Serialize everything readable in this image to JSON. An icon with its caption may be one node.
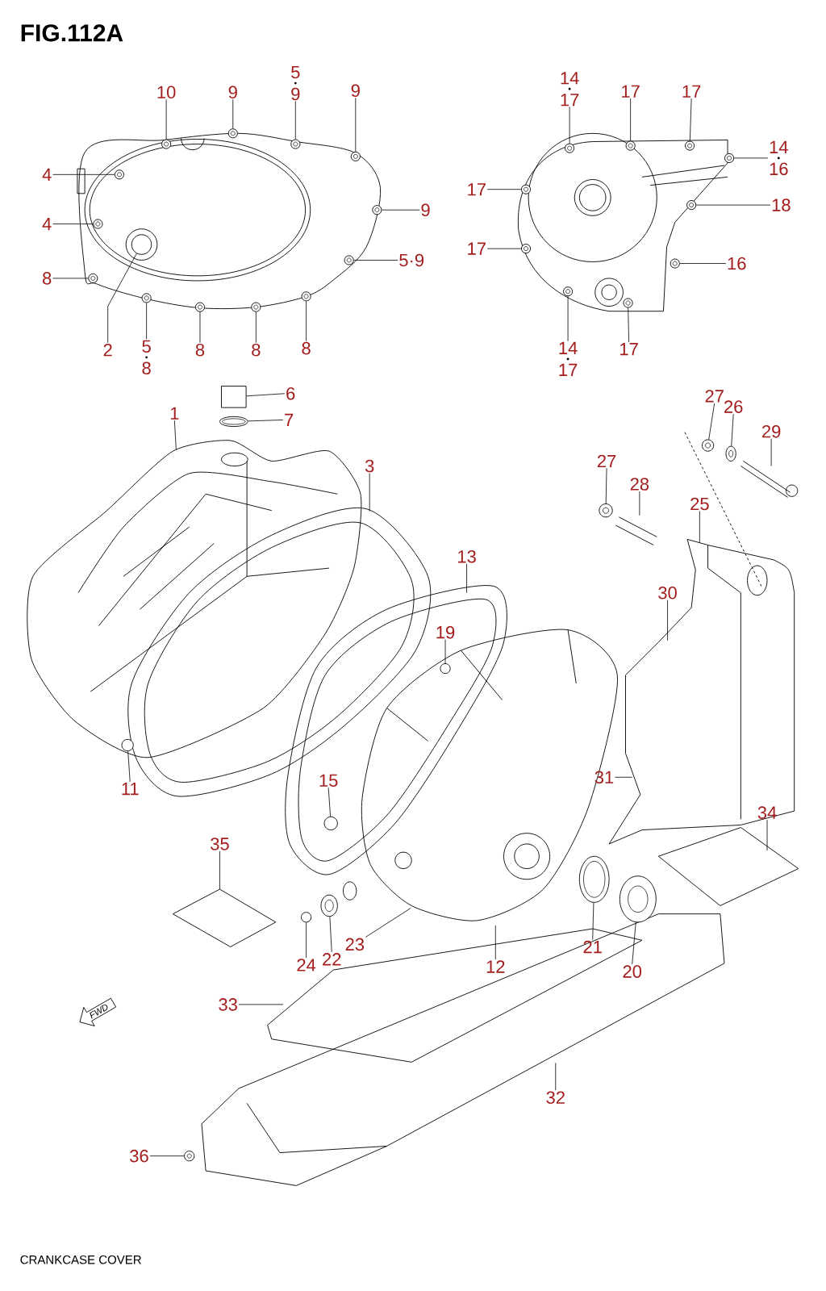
{
  "diagram": {
    "title": "FIG.112A",
    "caption": "CRANKCASE COVER",
    "nodes": [
      {
        "text": [
          "10"
        ]
      },
      {
        "text": [
          "9"
        ]
      },
      {
        "text": [
          "5",
          "9"
        ]
      },
      {
        "text": [
          "9"
        ]
      },
      {
        "text": [
          "4"
        ]
      },
      {
        "text": [
          "9"
        ]
      },
      {
        "text": [
          "4"
        ]
      },
      {
        "text": [
          "5·9"
        ]
      },
      {
        "text": [
          "8"
        ]
      },
      {
        "text": [
          "2"
        ]
      },
      {
        "text": [
          "5",
          "8"
        ]
      },
      {
        "text": [
          "8"
        ]
      },
      {
        "text": [
          "8"
        ]
      },
      {
        "text": [
          "8"
        ]
      },
      {
        "text": [
          "14",
          "17"
        ]
      },
      {
        "text": [
          "17"
        ]
      },
      {
        "text": [
          "17"
        ]
      },
      {
        "text": [
          "14",
          "16"
        ]
      },
      {
        "text": [
          "17"
        ]
      },
      {
        "text": [
          "18"
        ]
      },
      {
        "text": [
          "17"
        ]
      },
      {
        "text": [
          "16"
        ]
      },
      {
        "text": [
          "14",
          "17"
        ]
      },
      {
        "text": [
          "17"
        ]
      },
      {
        "text": [
          "6"
        ]
      },
      {
        "text": [
          "1"
        ]
      },
      {
        "text": [
          "7"
        ]
      },
      {
        "text": [
          "27"
        ]
      },
      {
        "text": [
          "26"
        ]
      },
      {
        "text": [
          "29"
        ]
      },
      {
        "text": [
          "3"
        ]
      },
      {
        "text": [
          "27"
        ]
      },
      {
        "text": [
          "28"
        ]
      },
      {
        "text": [
          "25"
        ]
      },
      {
        "text": [
          "13"
        ]
      },
      {
        "text": [
          "30"
        ]
      },
      {
        "text": [
          "19"
        ]
      },
      {
        "text": [
          "31"
        ]
      },
      {
        "text": [
          "15"
        ]
      },
      {
        "text": [
          "11"
        ]
      },
      {
        "text": [
          "34"
        ]
      },
      {
        "text": [
          "35"
        ]
      },
      {
        "text": [
          "23"
        ]
      },
      {
        "text": [
          "21"
        ]
      },
      {
        "text": [
          "22"
        ]
      },
      {
        "text": [
          "24"
        ]
      },
      {
        "text": [
          "12"
        ]
      },
      {
        "text": [
          "20"
        ]
      },
      {
        "text": [
          "33"
        ]
      },
      {
        "text": [
          "32"
        ]
      },
      {
        "text": [
          "36"
        ]
      },
      {
        "text": [],
        "shape": "circle"
      },
      {
        "text": [],
        "shape": "circle"
      },
      {
        "text": [],
        "shape": "circle"
      },
      {
        "text": [],
        "shape": "circle"
      },
      {
        "text": [],
        "shape": "circle"
      },
      {
        "text": [],
        "shape": "circle"
      },
      {
        "text": [],
        "shape": "circle"
      },
      {
        "text": [],
        "shape": "circle"
      },
      {
        "text": [],
        "shape": "circle"
      },
      {
        "text": [],
        "shape": "circle"
      },
      {
        "text": [],
        "shape": "circle"
      },
      {
        "text": [],
        "shape": "circle"
      },
      {
        "text": [],
        "shape": "circle"
      },
      {
        "text": [],
        "shape": "circle"
      },
      {
        "text": [],
        "shape": "circle"
      },
      {
        "text": [],
        "shape": "circle"
      },
      {
        "text": [],
        "shape": "circle"
      },
      {
        "text": [],
        "shape": "circle"
      },
      {
        "text": [],
        "shape": "circle"
      },
      {
        "text": [],
        "shape": "circle"
      },
      {
        "text": [],
        "shape": "circle"
      },
      {
        "text": [],
        "shape": "circle"
      },
      {
        "text": [],
        "shape": "circle"
      },
      {
        "text": [],
        "shape": "circle"
      },
      {
        "text": [],
        "shape": "box"
      },
      {
        "text": [],
        "shape": "circle"
      },
      {
        "text": [],
        "shape": "circle"
      },
      {
        "text": [],
        "shape": "circle"
      },
      {
        "text": [],
        "shape": "circle"
      },
      {
        "text": [],
        "shape": "circle"
      },
      {
        "text": [],
        "shape": "circle"
      },
      {
        "text": [],
        "shape": "circle"
      },
      {
        "text": [],
        "shape": "circle"
      },
      {
        "text": [],
        "shape": "circle"
      },
      {
        "text": [],
        "shape": "circle"
      },
      {
        "text": [],
        "shape": "circle"
      },
      {
        "text": [],
        "shape": "circle"
      }
    ],
    "edges": [
      {
        "from": 0,
        "to": 51,
        "arrow": "none"
      },
      {
        "from": 1,
        "to": 52,
        "arrow": "none"
      },
      {
        "from": 2,
        "to": 53,
        "arrow": "none"
      },
      {
        "from": 3,
        "to": 54,
        "arrow": "none"
      },
      {
        "from": 4,
        "to": 55,
        "arrow": "none"
      },
      {
        "from": 5,
        "to": 56,
        "arrow": "none"
      },
      {
        "from": 6,
        "to": 57,
        "arrow": "none"
      },
      {
        "from": 7,
        "to": 58,
        "arrow": "none"
      },
      {
        "from": 8,
        "to": 59,
        "arrow": "none"
      },
      {
        "from": 9,
        "to": 60,
        "arrow": "none"
      },
      {
        "from": 10,
        "to": 61,
        "arrow": "none"
      },
      {
        "from": 11,
        "to": 62,
        "arrow": "none"
      },
      {
        "from": 12,
        "to": 63,
        "arrow": "none"
      },
      {
        "from": 13,
        "to": 64,
        "arrow": "none"
      },
      {
        "from": 14,
        "to": 65,
        "arrow": "none"
      },
      {
        "from": 15,
        "to": 66,
        "arrow": "none"
      },
      {
        "from": 16,
        "to": 67,
        "arrow": "none"
      },
      {
        "from": 17,
        "to": 68,
        "arrow": "none"
      },
      {
        "from": 18,
        "to": 69,
        "arrow": "none"
      },
      {
        "from": 19,
        "to": 70,
        "arrow": "none"
      },
      {
        "from": 20,
        "to": 71,
        "arrow": "none"
      },
      {
        "from": 21,
        "to": 72,
        "arrow": "none"
      },
      {
        "from": 22,
        "to": 73,
        "arrow": "none"
      },
      {
        "from": 23,
        "to": 74,
        "arrow": "none"
      },
      {
        "from": 24,
        "to": 75,
        "arrow": "none"
      },
      {
        "from": 25,
        "to": null,
        "arrow": "none"
      },
      {
        "from": 26,
        "to": 76,
        "arrow": "none"
      },
      {
        "from": 27,
        "to": 77,
        "arrow": "none"
      },
      {
        "from": 28,
        "to": 78,
        "arrow": "none"
      },
      {
        "from": 29,
        "to": null,
        "arrow": "none"
      },
      {
        "from": 30,
        "to": null,
        "arrow": "none"
      },
      {
        "from": 31,
        "to": 79,
        "arrow": "none"
      },
      {
        "from": 32,
        "to": null,
        "arrow": "none"
      },
      {
        "from": 33,
        "to": null,
        "arrow": "none"
      },
      {
        "from": 34,
        "to": null,
        "arrow": "none"
      },
      {
        "from": 35,
        "to": null,
        "arrow": "none"
      },
      {
        "from": 36,
        "to": 80,
        "arrow": "none"
      },
      {
        "from": 37,
        "to": null,
        "arrow": "none"
      },
      {
        "from": 38,
        "to": 81,
        "arrow": "none"
      },
      {
        "from": 39,
        "to": 82,
        "arrow": "none"
      },
      {
        "from": 40,
        "to": null,
        "arrow": "none"
      },
      {
        "from": 41,
        "to": null,
        "arrow": "none"
      },
      {
        "from": 42,
        "to": null,
        "arrow": "none"
      },
      {
        "from": 43,
        "to": 83,
        "arrow": "none"
      },
      {
        "from": 44,
        "to": 84,
        "arrow": "none"
      },
      {
        "from": 45,
        "to": 85,
        "arrow": "none"
      },
      {
        "from": 46,
        "to": null,
        "arrow": "none"
      },
      {
        "from": 47,
        "to": 86,
        "arrow": "none"
      },
      {
        "from": 48,
        "to": null,
        "arrow": "none"
      },
      {
        "from": 49,
        "to": null,
        "arrow": "none"
      },
      {
        "from": 50,
        "to": 87,
        "arrow": "none"
      }
    ],
    "labels": [
      "FWD"
    ]
  }
}
